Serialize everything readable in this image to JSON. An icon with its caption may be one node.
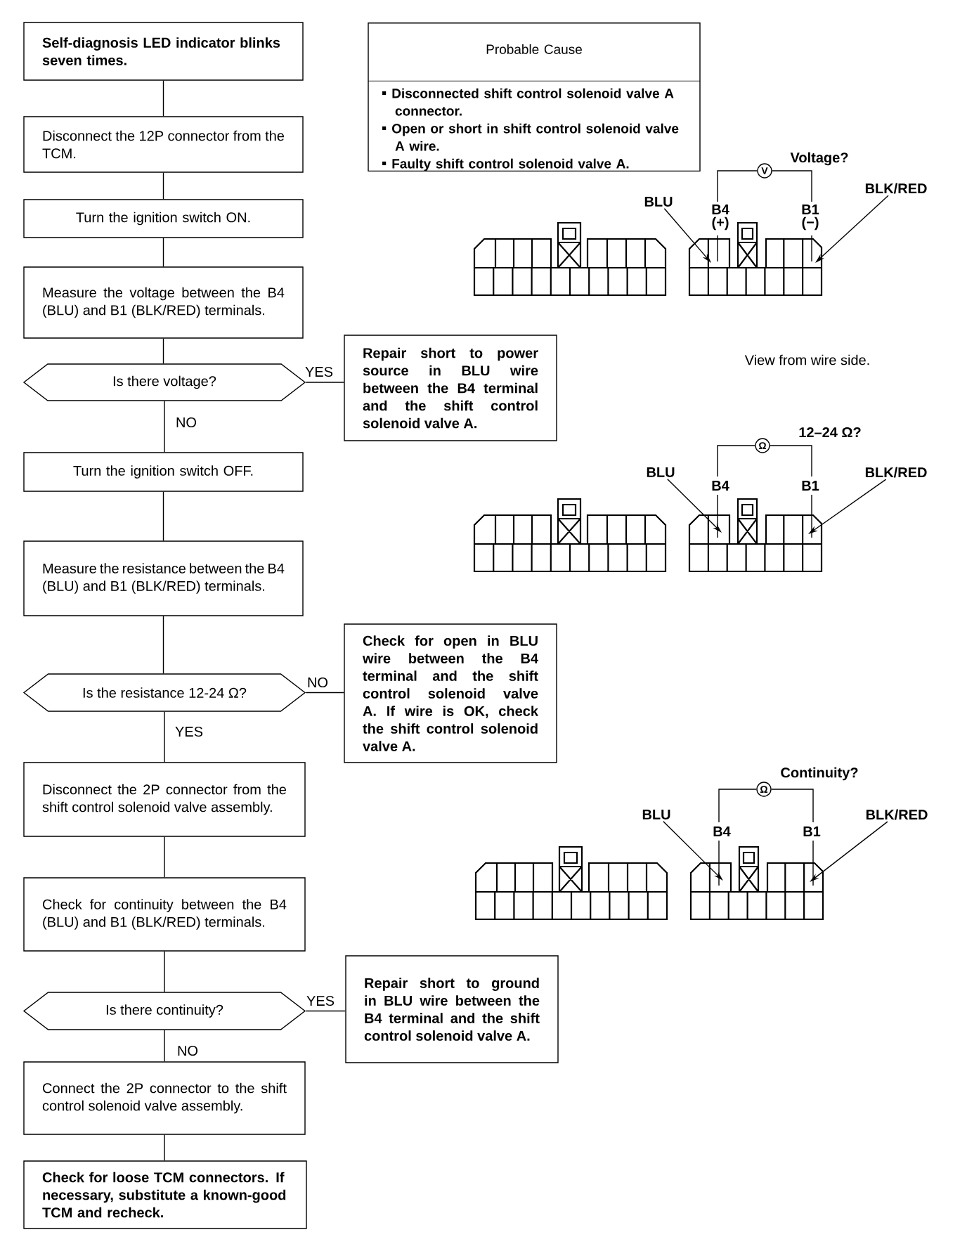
{
  "diagram": {
    "nodes": [
      {
        "text": [
          "Self-diagnosis LED indicator blinks seven times."
        ]
      },
      {
        "text": [
          "Disconnect the 12P connector from the TCM."
        ]
      },
      {
        "text": [
          "Turn the ignition switch ON."
        ]
      },
      {
        "text": [
          "Measure the voltage between the B4 (BLU) and B1 (BLK/RED) terminals."
        ]
      },
      {
        "text": [
          "Is there voltage?"
        ]
      },
      {
        "text": [
          "Repair short to power source in BLU wire between the B4 terminal and the shift control solenoid valve A."
        ]
      },
      {
        "text": [
          "Turn the ignition switch OFF."
        ]
      },
      {
        "text": [
          "Measure the resistance between the B4 (BLU) and B1 (BLK/RED) terminals."
        ]
      },
      {
        "text": [
          "Is the resistance 12-24 Ω?"
        ]
      },
      {
        "text": [
          "Check for open in BLU wire between the B4 terminal and the shift control solenoid valve A. If wire is OK, check the shift control solenoid valve A."
        ]
      },
      {
        "text": [
          "Disconnect the 2P connector from the shift control solenoid valve assembly."
        ]
      },
      {
        "text": [
          "Check for continuity between the B4 (BLU) and B1 (BLK/RED) terminals."
        ]
      },
      {
        "text": [
          "Is there continuity?"
        ]
      },
      {
        "text": [
          "Repair short to ground in BLU wire between the B4 terminal and the shift control solenoid valve A."
        ]
      },
      {
        "text": [
          "Connect the 2P connector to the shift control solenoid valve assembly."
        ]
      },
      {
        "text": [
          "Check for loose TCM connectors. If necessary, substitute a known-good TCM and recheck."
        ]
      },
      {
        "text": [
          "Probable Cause",
          "Disconnected shift control solenoid valve A connector.",
          "Open or short in shift control solenoid valve A wire.",
          "Faulty shift control solenoid valve A."
        ]
      },
      {
        "text": [
          "BLU"
        ]
      },
      {
        "text": [
          "V"
        ],
        "beside": [
          "Voltage?"
        ]
      },
      {
        "text": [
          "BLK/RED"
        ]
      },
      {
        "text": [
          "BLU"
        ]
      },
      {
        "text": [
          "Ω"
        ],
        "beside": [
          "12–24 Ω?"
        ]
      },
      {
        "text": [
          "BLK/RED"
        ]
      },
      {
        "text": [
          "BLU"
        ]
      },
      {
        "text": [
          "Ω"
        ],
        "beside": [
          "Continuity?"
        ]
      },
      {
        "text": [
          "BLK/RED"
        ]
      }
    ],
    "edges": [
      {
        "from": 0,
        "to": 1,
        "arrow": "none"
      },
      {
        "from": 1,
        "to": 2,
        "arrow": "none"
      },
      {
        "from": 2,
        "to": 3,
        "arrow": "none"
      },
      {
        "from": 3,
        "to": 4,
        "arrow": "none"
      },
      {
        "from": 4,
        "to": 5,
        "arrow": "none",
        "label": "YES"
      },
      {
        "from": 4,
        "to": 6,
        "arrow": "none",
        "label": "NO"
      },
      {
        "from": 6,
        "to": 7,
        "arrow": "none"
      },
      {
        "from": 7,
        "to": 8,
        "arrow": "none"
      },
      {
        "from": 8,
        "to": 9,
        "arrow": "none",
        "label": "NO"
      },
      {
        "from": 8,
        "to": 10,
        "arrow": "none",
        "label": "YES"
      },
      {
        "from": 10,
        "to": 11,
        "arrow": "none"
      },
      {
        "from": 11,
        "to": 12,
        "arrow": "none"
      },
      {
        "from": 12,
        "to": 13,
        "arrow": "none",
        "label": "YES"
      },
      {
        "from": 12,
        "to": 14,
        "arrow": "none",
        "label": "NO"
      },
      {
        "from": 14,
        "to": 15,
        "arrow": "none"
      },
      {
        "from": 17,
        "to": null,
        "arrow": "to"
      },
      {
        "from": 19,
        "to": null,
        "arrow": "to"
      },
      {
        "from": 20,
        "to": null,
        "arrow": "to"
      },
      {
        "from": 22,
        "to": null,
        "arrow": "to"
      },
      {
        "from": 23,
        "to": null,
        "arrow": "to"
      },
      {
        "from": 25,
        "to": null,
        "arrow": "to"
      }
    ],
    "labels": [
      "B4",
      "(+)",
      "B1",
      "(−)",
      "View from wire side.",
      "B4",
      "B1",
      "B4",
      "B1"
    ]
  }
}
